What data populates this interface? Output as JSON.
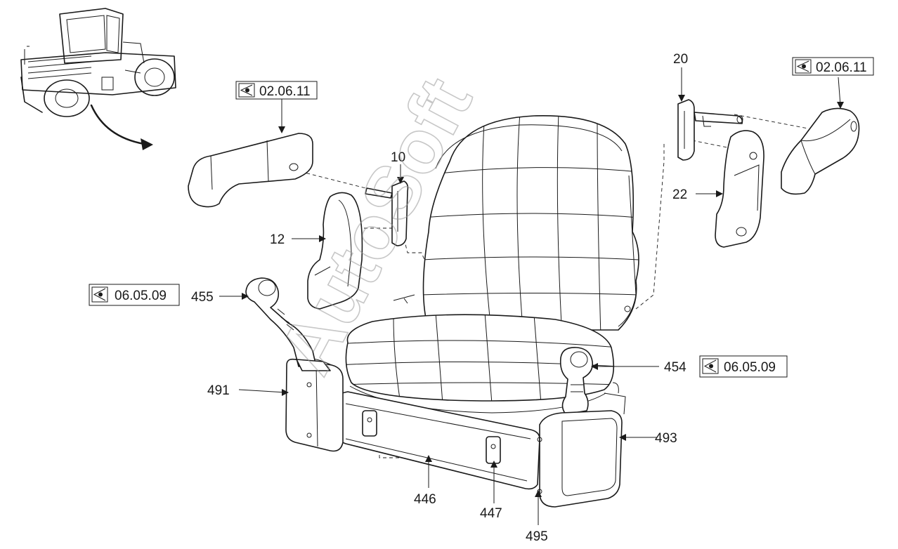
{
  "part_numbers": {
    "p10": "10",
    "p12": "12",
    "p20": "20",
    "p22": "22",
    "p446": "446",
    "p447": "447",
    "p454": "454",
    "p455": "455",
    "p491": "491",
    "p493": "493",
    "p495": "495"
  },
  "references": {
    "armrest_left": "02.06.11",
    "armrest_right": "02.06.11",
    "joystick_left": "06.05.09",
    "joystick_right": "06.05.09"
  },
  "icons": {
    "reference": "eye-view-icon",
    "locator_arrow": "curved-arrow-icon"
  },
  "watermark": "AutoSoft"
}
